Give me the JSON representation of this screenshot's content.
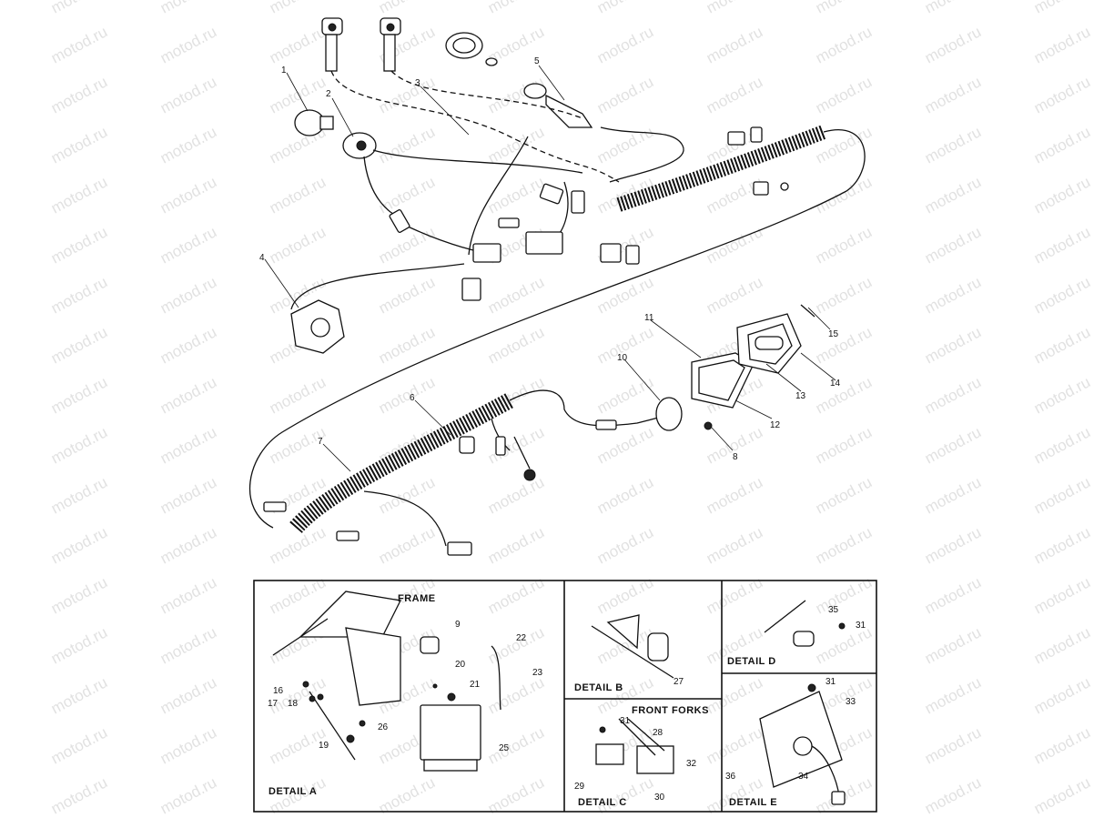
{
  "watermark": "motod.ru",
  "callouts": [
    "1",
    "2",
    "3",
    "4",
    "5",
    "6",
    "7",
    "8",
    "10",
    "11",
    "12",
    "13",
    "14",
    "15"
  ],
  "detail_a": {
    "title": "DETAIL A",
    "frame_label": "FRAME",
    "callouts": [
      "9",
      "16",
      "17",
      "18",
      "19",
      "20",
      "21",
      "22",
      "23",
      "25",
      "26"
    ]
  },
  "detail_b": {
    "title": "DETAIL B",
    "callouts": [
      "27"
    ]
  },
  "detail_c": {
    "title": "DETAIL C",
    "forks_label": "FRONT FORKS",
    "callouts": [
      "31",
      "28",
      "29",
      "30",
      "32"
    ]
  },
  "detail_d": {
    "title": "DETAIL D",
    "callouts": [
      "35",
      "31"
    ]
  },
  "detail_e": {
    "title": "DETAIL E",
    "callouts": [
      "31",
      "33",
      "36",
      "34"
    ]
  }
}
